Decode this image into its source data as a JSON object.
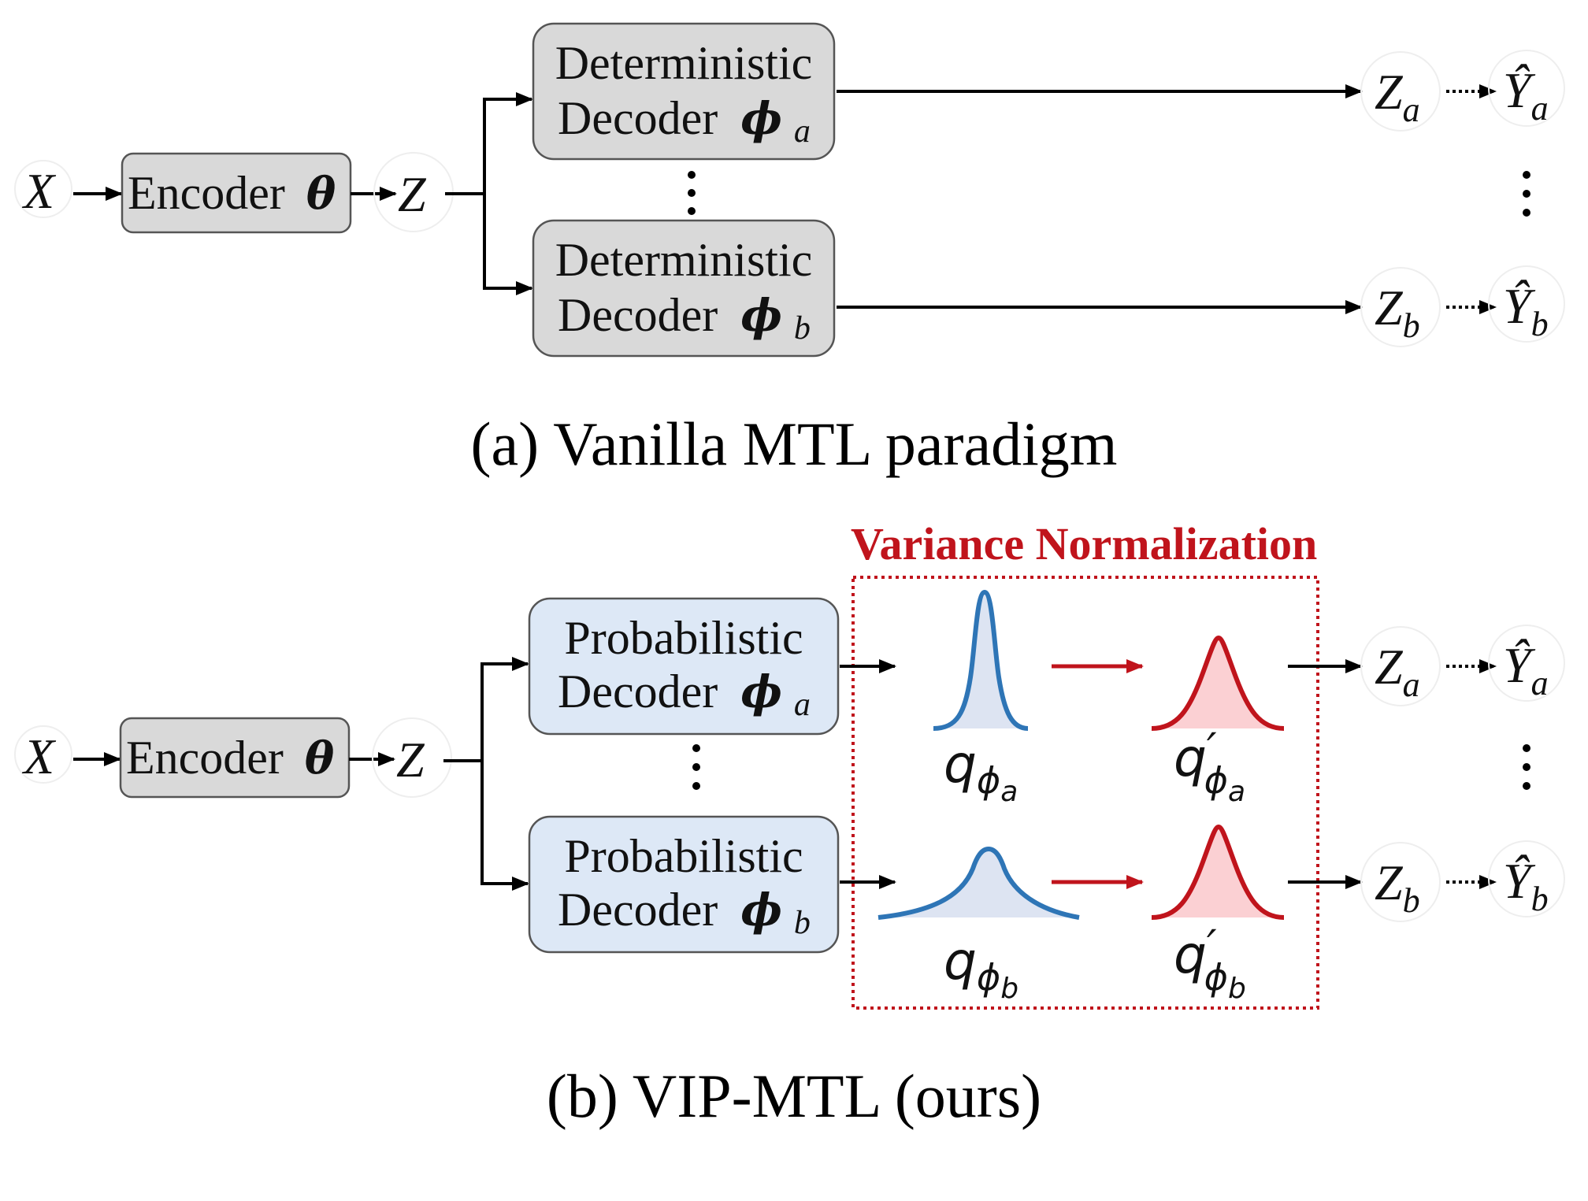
{
  "panel_a": {
    "caption": "(a) Vanilla MTL paradigm",
    "input": "X",
    "encoder": {
      "label": "Encoder",
      "param": "θ"
    },
    "latent": "Z",
    "decoder_a": {
      "line1": "Deterministic",
      "line2": "Decoder",
      "param": "ϕ",
      "sub": "a"
    },
    "decoder_b": {
      "line1": "Deterministic",
      "line2": "Decoder",
      "param": "ϕ",
      "sub": "b"
    },
    "z_a": {
      "base": "Z",
      "sub": "a"
    },
    "z_b": {
      "base": "Z",
      "sub": "b"
    },
    "y_a": {
      "base": "Ŷ",
      "sub": "a"
    },
    "y_b": {
      "base": "Ŷ",
      "sub": "b"
    }
  },
  "panel_b": {
    "caption": "(b) VIP-MTL (ours)",
    "region_title": "Variance Normalization",
    "input": "X",
    "encoder": {
      "label": "Encoder",
      "param": "θ"
    },
    "latent": "Z",
    "decoder_a": {
      "line1": "Probabilistic",
      "line2": "Decoder",
      "param": "ϕ",
      "sub": "a"
    },
    "decoder_b": {
      "line1": "Probabilistic",
      "line2": "Decoder",
      "param": "ϕ",
      "sub": "b"
    },
    "q_a": {
      "base": "q",
      "sub": "ϕ",
      "subsub": "a"
    },
    "q_b": {
      "base": "q",
      "sub": "ϕ",
      "subsub": "b"
    },
    "qp_a": {
      "base": "q",
      "prime": "′",
      "sub": "ϕ",
      "subsub": "a"
    },
    "qp_b": {
      "base": "q",
      "prime": "′",
      "sub": "ϕ",
      "subsub": "b"
    },
    "z_a": {
      "base": "Z",
      "sub": "a"
    },
    "z_b": {
      "base": "Z",
      "sub": "b"
    },
    "y_a": {
      "base": "Ŷ",
      "sub": "a"
    },
    "y_b": {
      "base": "Ŷ",
      "sub": "b"
    }
  },
  "colors": {
    "deterministic_box": "#d9d9d9",
    "probabilistic_box": "#dde8f6",
    "encoder_box": "#d9d9d9",
    "narrow_curve": "#2e75b6",
    "narrow_fill": "#dde4f2",
    "normalized_curve": "#c0141c",
    "normalized_fill": "#fbd0d3",
    "region_border": "#c0141c"
  }
}
